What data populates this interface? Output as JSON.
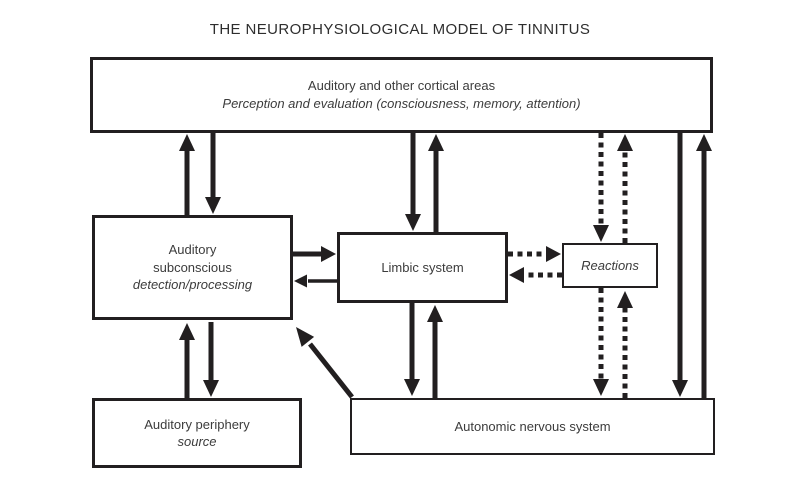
{
  "title": "THE NEUROPHYSIOLOGICAL MODEL OF TINNITUS",
  "colors": {
    "ink": "#221f20",
    "text": "#3c3c3c",
    "background": "#ffffff"
  },
  "nodes": {
    "cortical": {
      "line1": "Auditory and other cortical areas",
      "line2": "Perception and evaluation (consciousness, memory, attention)"
    },
    "subconscious": {
      "line1": "Auditory",
      "line2": "subconscious",
      "line3": "detection/processing"
    },
    "limbic": {
      "line1": "Limbic system"
    },
    "reactions": {
      "line1": "Reactions"
    },
    "periphery": {
      "line1": "Auditory periphery",
      "line2": "source"
    },
    "autonomic": {
      "line1": "Autonomic nervous system"
    }
  },
  "edges": [
    {
      "name": "subconscious-to-cortical",
      "from": "auditory-subconscious",
      "to": "auditory-cortical-areas",
      "style": "solid",
      "line": [
        187,
        215,
        187,
        149
      ],
      "head": [
        187,
        134
      ],
      "dir": "up"
    },
    {
      "name": "cortical-to-subconscious",
      "from": "auditory-cortical-areas",
      "to": "auditory-subconscious",
      "style": "solid",
      "line": [
        213,
        133,
        213,
        199
      ],
      "head": [
        213,
        214
      ],
      "dir": "down"
    },
    {
      "name": "cortical-to-limbic",
      "from": "auditory-cortical-areas",
      "to": "limbic-system",
      "style": "solid",
      "line": [
        413,
        133,
        413,
        216
      ],
      "head": [
        413,
        231
      ],
      "dir": "down"
    },
    {
      "name": "limbic-to-cortical",
      "from": "limbic-system",
      "to": "auditory-cortical-areas",
      "style": "solid",
      "line": [
        436,
        232,
        436,
        149
      ],
      "head": [
        436,
        134
      ],
      "dir": "up"
    },
    {
      "name": "cortical-to-reactions",
      "from": "auditory-cortical-areas",
      "to": "reactions",
      "style": "dashed",
      "line": [
        601,
        133,
        601,
        227
      ],
      "head": [
        601,
        242
      ],
      "dir": "down"
    },
    {
      "name": "reactions-to-cortical",
      "from": "reactions",
      "to": "auditory-cortical-areas",
      "style": "dashed",
      "line": [
        625,
        243,
        625,
        149
      ],
      "head": [
        625,
        134
      ],
      "dir": "up"
    },
    {
      "name": "cortical-to-autonomic",
      "from": "auditory-cortical-areas",
      "to": "autonomic-nervous-system",
      "style": "solid",
      "line": [
        680,
        133,
        680,
        382
      ],
      "head": [
        680,
        397
      ],
      "dir": "down"
    },
    {
      "name": "autonomic-to-cortical",
      "from": "autonomic-nervous-system",
      "to": "auditory-cortical-areas",
      "style": "solid",
      "line": [
        704,
        398,
        704,
        149
      ],
      "head": [
        704,
        134
      ],
      "dir": "up"
    },
    {
      "name": "subconscious-to-limbic",
      "from": "auditory-subconscious",
      "to": "limbic-system",
      "style": "solid",
      "line": [
        293,
        254,
        322,
        254
      ],
      "head": [
        336,
        254
      ],
      "dir": "right",
      "headLen": 15
    },
    {
      "name": "limbic-to-subconscious",
      "from": "limbic-system",
      "to": "auditory-subconscious",
      "style": "solid",
      "line": [
        337,
        281,
        308,
        281
      ],
      "head": [
        294,
        281
      ],
      "dir": "left",
      "w": 3.5,
      "headLen": 13,
      "headHalf": 6.5
    },
    {
      "name": "limbic-to-reactions",
      "from": "limbic-system",
      "to": "reactions",
      "style": "dashed",
      "line": [
        508,
        254,
        548,
        254
      ],
      "head": [
        561,
        254
      ],
      "dir": "right",
      "headLen": 15
    },
    {
      "name": "reactions-to-limbic",
      "from": "reactions",
      "to": "limbic-system",
      "style": "dashed",
      "line": [
        562,
        275,
        522,
        275
      ],
      "head": [
        509,
        275
      ],
      "dir": "left",
      "headLen": 15
    },
    {
      "name": "subconscious-to-periphery",
      "from": "auditory-subconscious",
      "to": "auditory-periphery",
      "style": "solid",
      "line": [
        211,
        322,
        211,
        382
      ],
      "head": [
        211,
        397
      ],
      "dir": "down"
    },
    {
      "name": "periphery-to-subconscious",
      "from": "auditory-periphery",
      "to": "auditory-subconscious",
      "style": "solid",
      "line": [
        187,
        398,
        187,
        338
      ],
      "head": [
        187,
        323
      ],
      "dir": "up"
    },
    {
      "name": "limbic-to-autonomic",
      "from": "limbic-system",
      "to": "autonomic-nervous-system",
      "style": "solid",
      "line": [
        412,
        303,
        412,
        381
      ],
      "head": [
        412,
        396
      ],
      "dir": "down"
    },
    {
      "name": "autonomic-to-limbic",
      "from": "autonomic-nervous-system",
      "to": "limbic-system",
      "style": "solid",
      "line": [
        435,
        398,
        435,
        320
      ],
      "head": [
        435,
        305
      ],
      "dir": "up"
    },
    {
      "name": "reactions-to-autonomic",
      "from": "reactions",
      "to": "autonomic-nervous-system",
      "style": "dashed",
      "line": [
        601,
        288,
        601,
        381
      ],
      "head": [
        601,
        396
      ],
      "dir": "down"
    },
    {
      "name": "autonomic-to-reactions",
      "from": "autonomic-nervous-system",
      "to": "reactions",
      "style": "dashed",
      "line": [
        625,
        398,
        625,
        306
      ],
      "head": [
        625,
        291
      ],
      "dir": "up"
    },
    {
      "name": "autonomic-to-subconscious",
      "from": "autonomic-nervous-system",
      "to": "auditory-subconscious",
      "style": "solid",
      "line": [
        352,
        397,
        310,
        344
      ],
      "head": [
        296,
        327
      ],
      "dir": "auto",
      "headLen": 19
    }
  ]
}
